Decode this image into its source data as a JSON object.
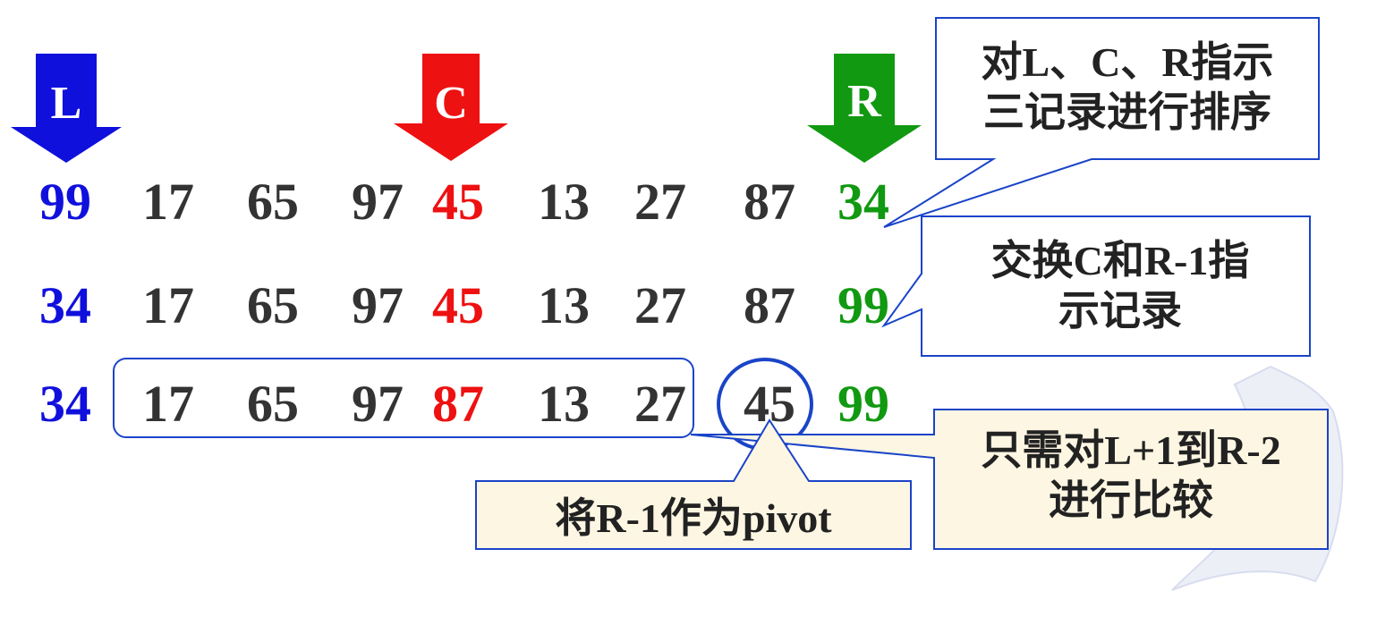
{
  "colors": {
    "left": "#1010dd",
    "center": "#ee1111",
    "right": "#119911",
    "normal": "#333333",
    "callout_border": "#1a44c8",
    "callout_fill_white": "#ffffff",
    "callout_fill_beige": "#fdf6e2",
    "watermark": "#c8cfe8"
  },
  "pointers": {
    "left": "L",
    "center": "C",
    "right": "R"
  },
  "rows": [
    [
      "99",
      "17",
      "65",
      "97",
      "45",
      "13",
      "27",
      "87",
      "34"
    ],
    [
      "34",
      "17",
      "65",
      "97",
      "45",
      "13",
      "27",
      "87",
      "99"
    ],
    [
      "34",
      "17",
      "65",
      "97",
      "87",
      "13",
      "27",
      "45",
      "99"
    ]
  ],
  "row_colors": [
    [
      "left",
      "normal",
      "normal",
      "normal",
      "center",
      "normal",
      "normal",
      "normal",
      "right"
    ],
    [
      "left",
      "normal",
      "normal",
      "normal",
      "center",
      "normal",
      "normal",
      "normal",
      "right"
    ],
    [
      "left",
      "normal",
      "normal",
      "normal",
      "center",
      "normal",
      "normal",
      "normal",
      "right"
    ]
  ],
  "callouts": {
    "sort_three": [
      "对L、C、R指示",
      "三记录进行排序"
    ],
    "swap": [
      "交换C和R-1指",
      "示记录"
    ],
    "compare_range": [
      "只需对L+1到R-2",
      "进行比较"
    ],
    "pivot": [
      "将R-1作为pivot"
    ]
  }
}
